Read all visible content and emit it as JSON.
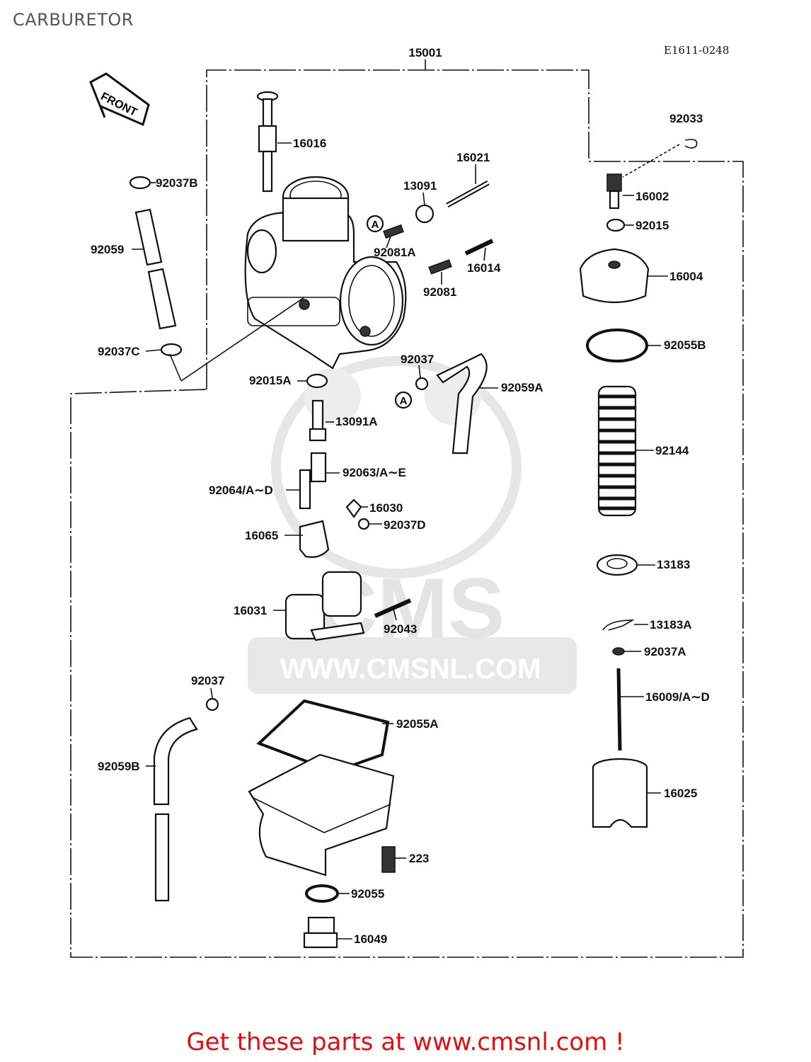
{
  "page": {
    "title": "CARBURETOR",
    "drawing_code": "E1611-0248",
    "footer": "Get these parts at www.cmsnl.com !"
  },
  "watermark": {
    "brand": "CMS",
    "url": "WWW.CMSNL.COM"
  },
  "front_arrow": "FRONT",
  "callouts": {
    "assembly": "15001",
    "c16016": "16016",
    "c92037B": "92037B",
    "c92059": "92059",
    "c92037C": "92037C",
    "c16021": "16021",
    "c13091": "13091",
    "c92081A": "92081A",
    "c16014": "16014",
    "c92081": "92081",
    "c92033": "92033",
    "c16002": "16002",
    "c92015": "92015",
    "c16004": "16004",
    "c92055B": "92055B",
    "c92015A": "92015A",
    "c92037_top": "92037",
    "c92059A": "92059A",
    "c13091A": "13091A",
    "c92063": "92063/A∼E",
    "c92064": "92064/A∼D",
    "c16030": "16030",
    "c92037D": "92037D",
    "c16065": "16065",
    "c92144": "92144",
    "c13183": "13183",
    "c16031": "16031",
    "c92043": "92043",
    "c13183A": "13183A",
    "c92037A": "92037A",
    "c92037_bot": "92037",
    "c16009": "16009/A∼D",
    "c92055A": "92055A",
    "c92059B": "92059B",
    "c16025": "16025",
    "c223": "223",
    "c92055": "92055",
    "c16049": "16049"
  },
  "reference_marks": {
    "a1": "A",
    "a2": "A"
  }
}
